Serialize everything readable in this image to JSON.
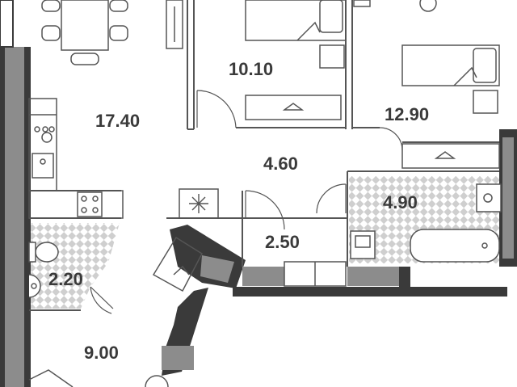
{
  "floor_plan": {
    "rooms": [
      {
        "id": "living-kitchen",
        "area": "17.40"
      },
      {
        "id": "bedroom-1",
        "area": "10.10"
      },
      {
        "id": "bedroom-2",
        "area": "12.90"
      },
      {
        "id": "hallway",
        "area": "4.60"
      },
      {
        "id": "bathroom",
        "area": "4.90"
      },
      {
        "id": "storage",
        "area": "2.50"
      },
      {
        "id": "toilet",
        "area": "2.20"
      },
      {
        "id": "balcony",
        "area": "9.00"
      }
    ],
    "colors": {
      "wall": "#3a3a3a",
      "wall_fill": "#8c8c8c",
      "tile_dark": "#cfcfcf",
      "tile_light": "#ffffff",
      "line": "#555555",
      "label": "#3a3a3a"
    }
  }
}
